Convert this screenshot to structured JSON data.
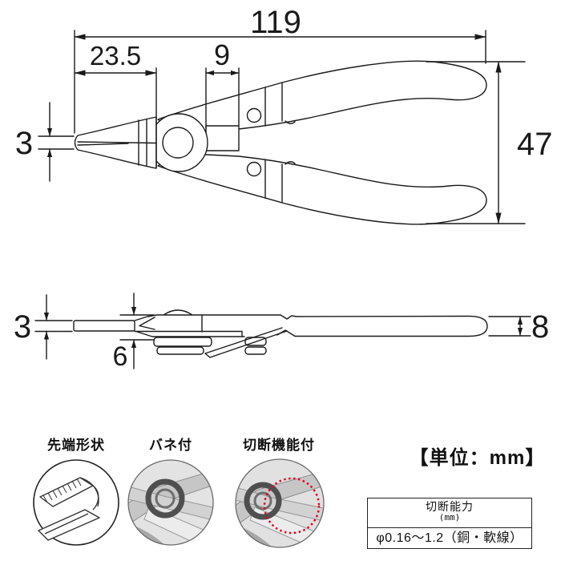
{
  "top_view": {
    "dims": {
      "overall_length": "119",
      "jaw_length": "23.5",
      "joint_width": "9",
      "tip_width": "3",
      "handle_spread": "47"
    }
  },
  "side_view": {
    "dims": {
      "tip_thickness": "3",
      "joint_thickness": "6",
      "handle_thickness": "8"
    }
  },
  "features": [
    {
      "label": "先端形状"
    },
    {
      "label": "バネ付"
    },
    {
      "label": "切断機能付"
    }
  ],
  "unit_note": "【単位：mm】",
  "spec_table": {
    "header_title": "切断能力",
    "header_unit": "(mm)",
    "value": "φ0.16～1.2（銅・軟線）"
  },
  "colors": {
    "line": "#1a1a1a",
    "highlight": "#e50020"
  }
}
